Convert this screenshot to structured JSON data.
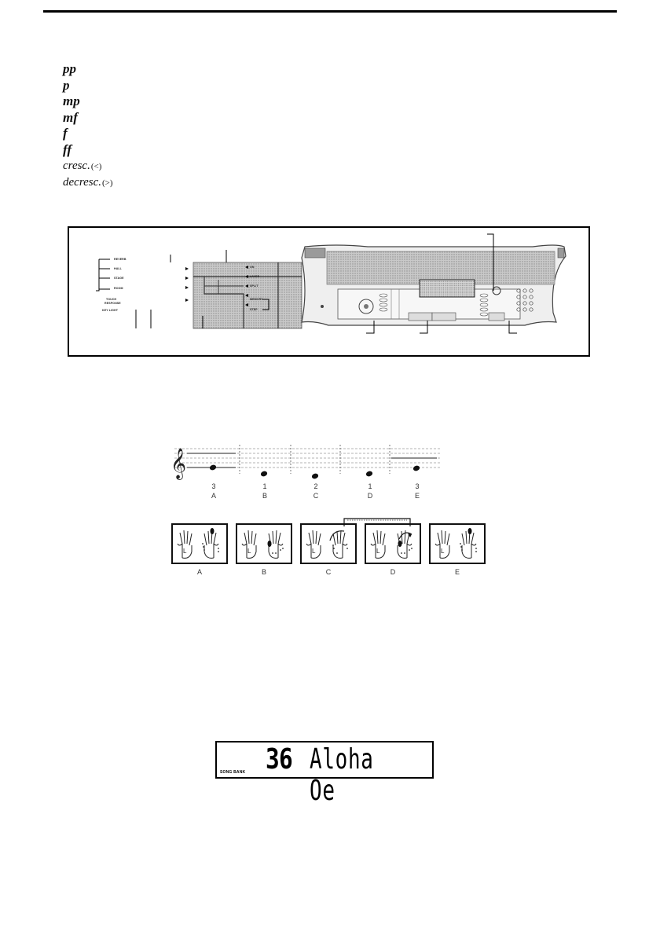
{
  "dynamics": [
    {
      "mark": "pp",
      "extra": ""
    },
    {
      "mark": "p",
      "extra": ""
    },
    {
      "mark": "mp",
      "extra": ""
    },
    {
      "mark": "mf",
      "extra": ""
    },
    {
      "mark": "f",
      "extra": ""
    },
    {
      "mark": "ff",
      "extra": ""
    },
    {
      "mark": "cresc.",
      "extra": "(<)"
    },
    {
      "mark": "decresc.",
      "extra": "(>)"
    }
  ],
  "display_panel": {
    "left_labels": [
      "REVERB",
      "HALL",
      "STAGE",
      "ROOM",
      "TOUCH",
      "RESPONSE",
      "KEY LIGHT"
    ],
    "right_labels": [
      "ON",
      "LAYER",
      "SPLIT",
      "MEMORY",
      "STEP"
    ]
  },
  "staff": {
    "fingers": [
      "3",
      "1",
      "2",
      "1",
      "3"
    ],
    "notes": [
      "A",
      "B",
      "C",
      "D",
      "E"
    ]
  },
  "hands": {
    "left_hand_letter": "L",
    "letters": [
      "A",
      "B",
      "C",
      "D",
      "E"
    ]
  },
  "lcd": {
    "label": "SONG BANK",
    "number": "36",
    "text": "Aloha Oe"
  }
}
